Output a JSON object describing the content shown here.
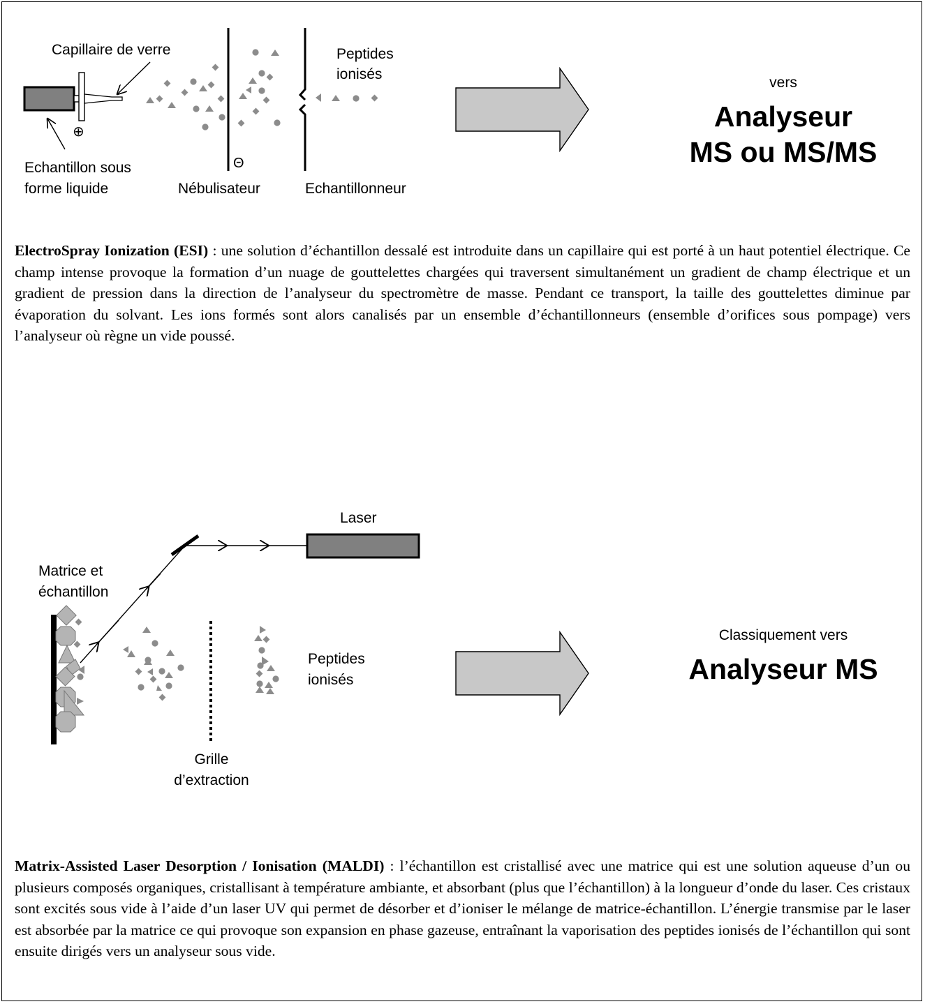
{
  "esi": {
    "labels": {
      "capillary": "Capillaire de verre",
      "sample_line1": "Echantillon sous",
      "sample_line2": "forme liquide",
      "nebulizer": "Nébulisateur",
      "sampler": "Echantillonneur",
      "peptides_line1": "Peptides",
      "peptides_line2": "ionisés",
      "plus_sign": "⊕",
      "minus_sign": "Θ"
    },
    "destination": {
      "prefix": "vers",
      "line1": "Analyseur",
      "line2": "MS ou MS/MS"
    },
    "description": {
      "term": "ElectroSpray Ionization (ESI)",
      "text": " : une solution d’échantillon dessalé est introduite dans un capillaire qui est porté à un haut potentiel électrique. Ce champ intense provoque la formation d’un nuage de gouttelettes chargées qui traversent simultanément un gradient de champ électrique et un gradient de pression dans la direction de l’analyseur du spectromètre de masse. Pendant ce transport, la taille des gouttelettes diminue par évaporation du solvant. Les ions formés sont alors canalisés par un ensemble d’échantillonneurs (ensemble d’orifices sous pompage) vers l’analyseur où règne un vide poussé."
    }
  },
  "maldi": {
    "labels": {
      "laser": "Laser",
      "matrix_line1": "Matrice et",
      "matrix_line2": "échantillon",
      "grid_line1": "Grille",
      "grid_line2": "d’extraction",
      "peptides_line1": "Peptides",
      "peptides_line2": "ionisés"
    },
    "destination": {
      "prefix": "Classiquement vers",
      "line1": "Analyseur MS"
    },
    "description": {
      "term": "Matrix-Assisted Laser Desorption / Ionisation (MALDI)",
      "text": " : l’échantillon est cristallisé avec une matrice qui est une solution aqueuse d’un ou plusieurs composés organiques, cristallisant à température ambiante, et absorbant (plus que l’échantillon) à la longueur d’onde du laser. Ces cristaux sont excités sous vide à l’aide d’un laser UV qui permet de désorber et d’ioniser le mélange de matrice-échantillon. L’énergie transmise par le laser est absorbée par la matrice ce qui provoque son expansion en phase gazeuse, entraînant la vaporisation des peptides ionisés de l’échantillon qui sont ensuite dirigés vers un analyseur sous vide."
    }
  },
  "colors": {
    "particle_fill": "#8c8c8c",
    "block_fill": "#808080",
    "arrow_fill": "#c8c8c8",
    "crystal_fill": "#b4b4b4"
  }
}
